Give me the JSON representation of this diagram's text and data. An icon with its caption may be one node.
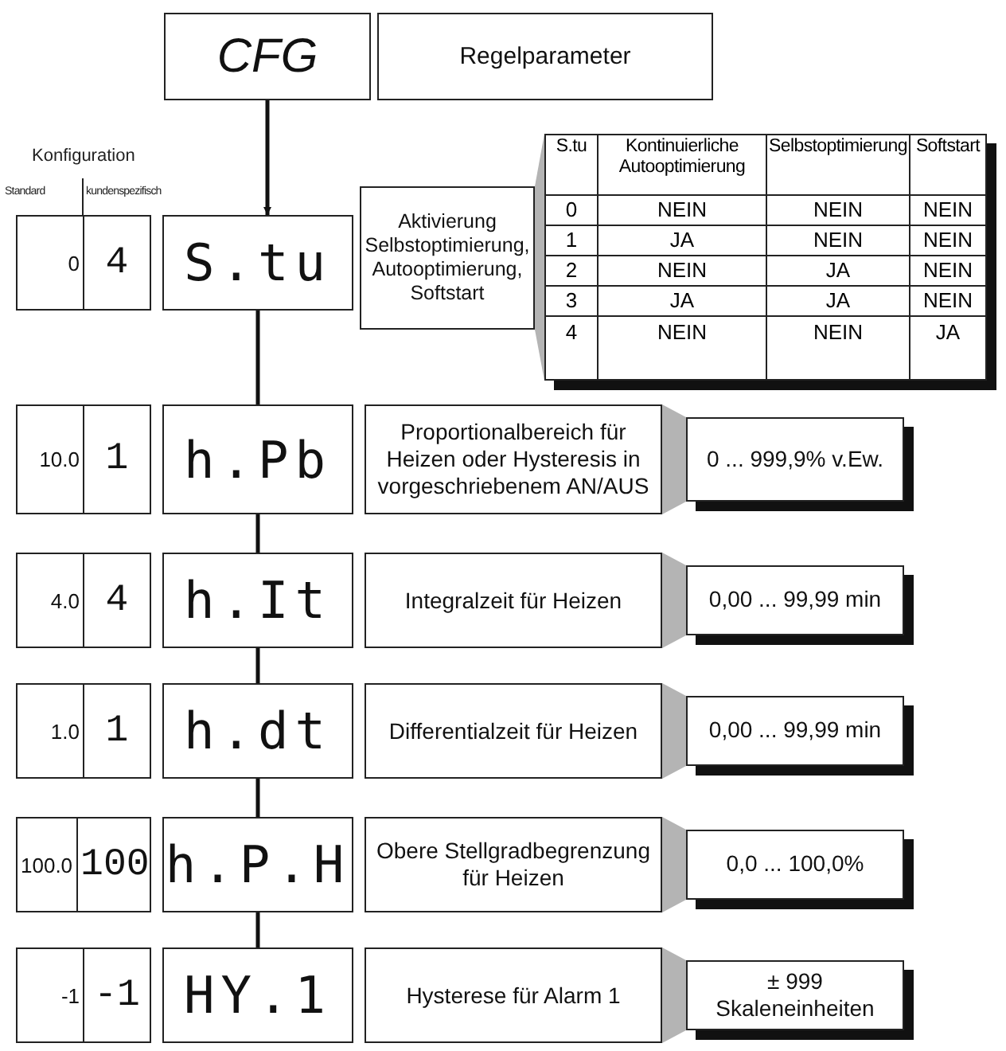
{
  "diagram": {
    "nodes": [
      {
        "text": [
          "CFG"
        ]
      },
      {
        "text": [
          "Regelparameter"
        ]
      },
      {
        "text": [
          "0",
          "4"
        ]
      },
      {
        "text": [
          "S.tu"
        ]
      },
      {
        "text": [
          "Aktivierung Selbstoptimierung, Autooptimierung, Softstart"
        ]
      },
      {
        "text": [
          "S.tu",
          "Kontinuierliche Autooptimierung",
          "Selbstoptimierung",
          "Softstart",
          "0",
          "NEIN",
          "NEIN",
          "NEIN",
          "1",
          "JA",
          "NEIN",
          "NEIN",
          "2",
          "NEIN",
          "JA",
          "NEIN",
          "3",
          "JA",
          "JA",
          "NEIN",
          "4",
          "NEIN",
          "NEIN",
          "JA"
        ]
      },
      {
        "text": [
          "10.0",
          "1"
        ]
      },
      {
        "text": [
          "h.Pb"
        ]
      },
      {
        "text": [
          "Proportionalbereich für Heizen oder Hysteresis in vorgeschriebenem AN/AUS"
        ]
      },
      {
        "text": [
          "0 ... 999,9% v.Ew."
        ]
      },
      {
        "text": [
          "4.0",
          "4"
        ]
      },
      {
        "text": [
          "h.It"
        ]
      },
      {
        "text": [
          "Integralzeit für Heizen"
        ]
      },
      {
        "text": [
          "0,00 ... 99,99 min"
        ]
      },
      {
        "text": [
          "1.0",
          "1"
        ]
      },
      {
        "text": [
          "h.dt"
        ]
      },
      {
        "text": [
          "Differentialzeit für Heizen"
        ]
      },
      {
        "text": [
          "0,00 ... 99,99 min"
        ]
      },
      {
        "text": [
          "100.0",
          "100"
        ]
      },
      {
        "text": [
          "h.P.H"
        ]
      },
      {
        "text": [
          "Obere Stellgradbegrenzung für Heizen"
        ]
      },
      {
        "text": [
          "0,0 ... 100,0%"
        ]
      },
      {
        "text": [
          "-1",
          "-1"
        ]
      },
      {
        "text": [
          "HY.1"
        ]
      },
      {
        "text": [
          "Hysterese für Alarm 1"
        ]
      },
      {
        "text": [
          "± 999 Skaleneinheiten"
        ]
      }
    ],
    "edges": [
      {
        "from": 0,
        "to": 3,
        "arrow": "to"
      },
      {
        "from": 3,
        "to": 7,
        "arrow": "none"
      },
      {
        "from": 7,
        "to": 11,
        "arrow": "none"
      },
      {
        "from": 11,
        "to": 15,
        "arrow": "none"
      },
      {
        "from": 15,
        "to": 19,
        "arrow": "none"
      },
      {
        "from": 19,
        "to": 23,
        "arrow": "none"
      },
      {
        "from": 4,
        "to": 5,
        "arrow": "none",
        "style": "thick",
        "color": "#b4b4b4"
      },
      {
        "from": 8,
        "to": 9,
        "arrow": "none",
        "style": "thick",
        "color": "#b4b4b4"
      },
      {
        "from": 12,
        "to": 13,
        "arrow": "none",
        "style": "thick",
        "color": "#b4b4b4"
      },
      {
        "from": 16,
        "to": 17,
        "arrow": "none",
        "style": "thick",
        "color": "#b4b4b4"
      },
      {
        "from": 20,
        "to": 21,
        "arrow": "none",
        "style": "thick",
        "color": "#b4b4b4"
      },
      {
        "from": 24,
        "to": 25,
        "arrow": "none",
        "style": "thick",
        "color": "#b4b4b4"
      }
    ],
    "labels": [
      "Konfiguration",
      "Standard",
      "kundenspezifisch"
    ]
  }
}
